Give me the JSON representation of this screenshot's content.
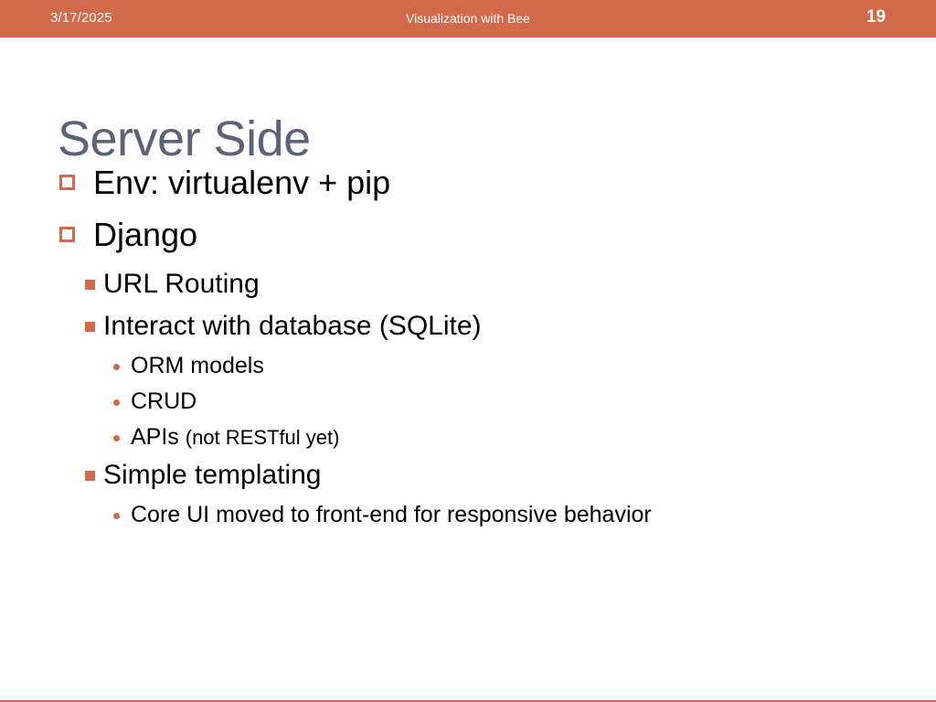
{
  "header": {
    "date": "3/17/2025",
    "title": "Visualization with Bee",
    "page_number": "19"
  },
  "slide": {
    "title": "Server Side",
    "bullets": [
      {
        "level": 1,
        "text": "Env: virtualenv + pip"
      },
      {
        "level": 1,
        "text": "Django"
      },
      {
        "level": 2,
        "text": "URL Routing"
      },
      {
        "level": 2,
        "text": "Interact with database (SQLite)"
      },
      {
        "level": 3,
        "text": "ORM models"
      },
      {
        "level": 3,
        "text": "CRUD"
      },
      {
        "level": 3,
        "text": "APIs ",
        "suffix": "(not RESTful yet)"
      },
      {
        "level": 2,
        "text": "Simple templating"
      },
      {
        "level": 3,
        "text": "Core UI moved to front-end for responsive behavior"
      }
    ]
  },
  "colors": {
    "accent": "#d2694b",
    "title": "#5a6377",
    "body_text": "#000000",
    "header_text": "#ffffff",
    "background": "#ffffff"
  }
}
